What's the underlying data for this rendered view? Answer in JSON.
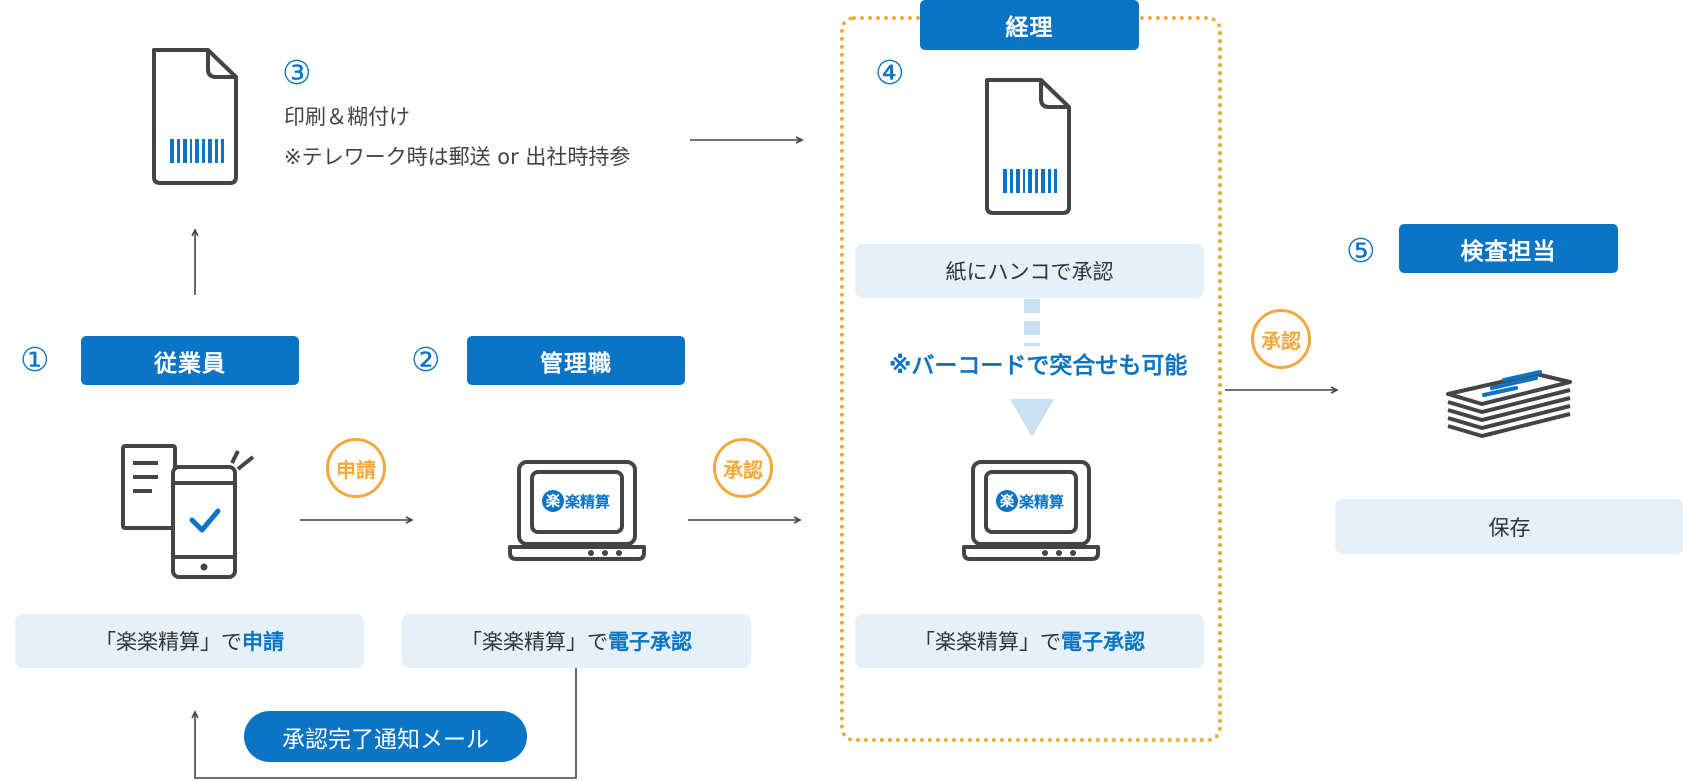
{
  "steps": {
    "s1": {
      "num": "①",
      "role": "従業員",
      "box_prefix": "「楽楽精算」で",
      "box_highlight": "申請"
    },
    "s2": {
      "num": "②",
      "role": "管理職",
      "box_prefix": "「楽楽精算」で",
      "box_highlight": "電子承認"
    },
    "s3": {
      "num": "③",
      "line1": "印刷＆糊付け",
      "line2": "※テレワーク時は郵送 or 出社時持参"
    },
    "s4": {
      "num": "④",
      "role": "経理",
      "paper_box": "紙にハンコで承認",
      "barcode_note": "※バーコードで突合せも可能",
      "box_prefix": "「楽楽精算」で",
      "box_highlight": "電子承認"
    },
    "s5": {
      "num": "⑤",
      "role": "検査担当",
      "box": "保存"
    }
  },
  "badges": {
    "apply": "申請",
    "approve1": "承認",
    "approve2": "承認"
  },
  "app_logo": {
    "mark": "楽",
    "name": "楽精算"
  },
  "mail_pill": "承認完了通知メール",
  "colors": {
    "accent": "#0b74c4",
    "orange": "#f3a93d",
    "box_bg": "#e6f0f8",
    "icon": "#444444"
  }
}
